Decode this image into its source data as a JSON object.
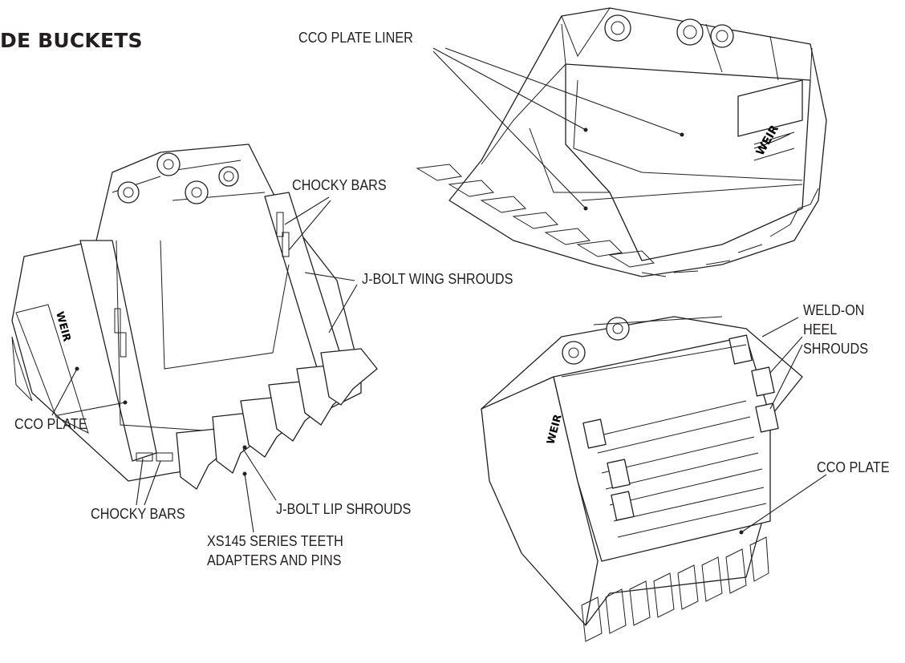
{
  "title": "DE BUCKETS",
  "brand_mark": "WEIR",
  "labels": {
    "cco_plate_liner": "CCO PLATE LINER",
    "chocky_bars_top": "CHOCKY BARS",
    "j_bolt_wing_shrouds": "J-BOLT WING SHROUDS",
    "cco_plate_left": "CCO PLATE",
    "chocky_bars_bottom": "CHOCKY BARS",
    "j_bolt_lip_shrouds": "J-BOLT LIP SHROUDS",
    "xs145_line1": "XS145 SERIES TEETH",
    "xs145_line2": "ADAPTERS AND PINS",
    "weld_on_line1": "WELD-ON",
    "weld_on_line2": "HEEL",
    "weld_on_line3": "SHROUDS",
    "cco_plate_right": "CCO PLATE"
  }
}
